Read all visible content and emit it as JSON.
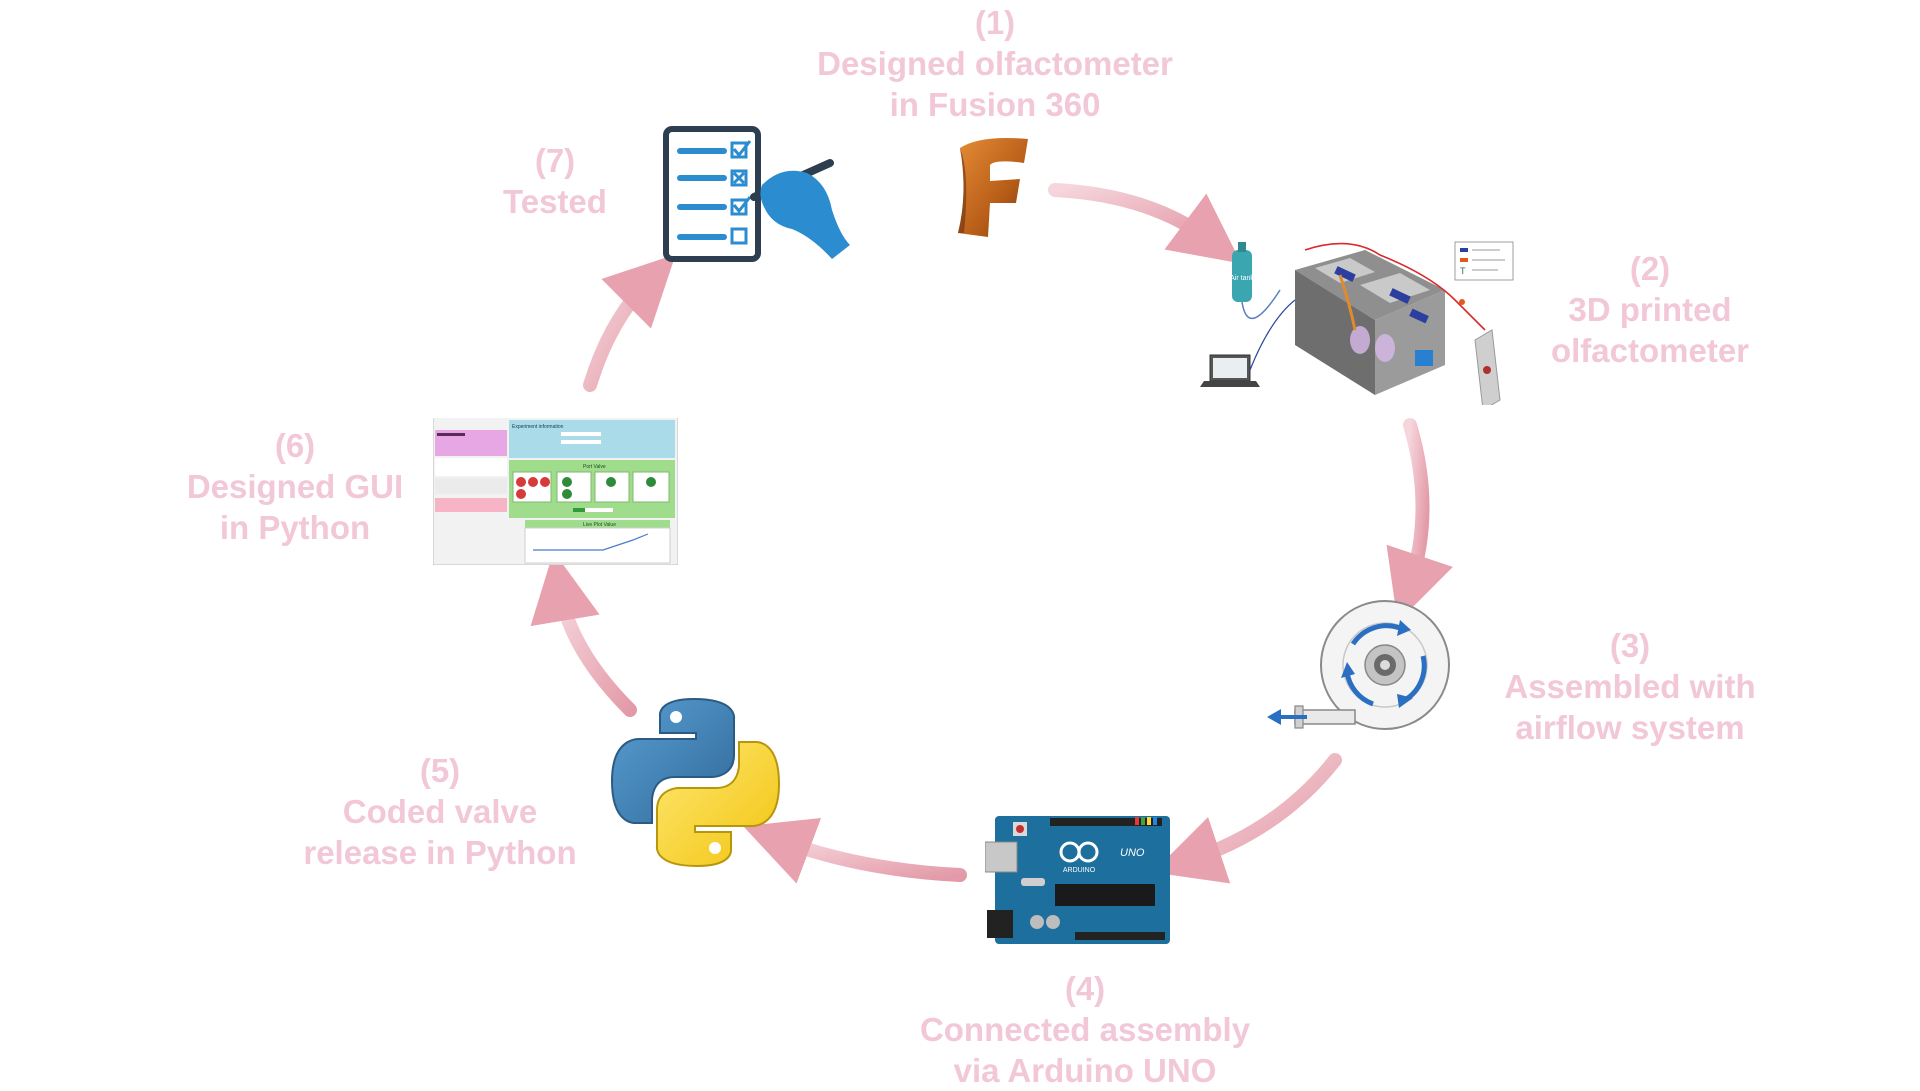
{
  "steps": [
    {
      "number": "(1)",
      "line1": "Designed olfactometer",
      "line2": "in Fusion 360",
      "icon": "fusion360-logo-icon"
    },
    {
      "number": "(2)",
      "line1": "3D printed",
      "line2": "olfactometer",
      "icon": "olfactometer-render-icon"
    },
    {
      "number": "(3)",
      "line1": "Assembled with",
      "line2": "airflow system",
      "icon": "airflow-fan-icon"
    },
    {
      "number": "(4)",
      "line1": "Connected assembly",
      "line2": "via Arduino UNO",
      "icon": "arduino-uno-icon"
    },
    {
      "number": "(5)",
      "line1": "Coded valve",
      "line2": "release in Python",
      "icon": "python-logo-icon"
    },
    {
      "number": "(6)",
      "line1": "Designed GUI",
      "line2": "in Python",
      "icon": "gui-screenshot-icon"
    },
    {
      "number": "(7)",
      "line1": "Tested",
      "line2": "",
      "icon": "checklist-icon"
    }
  ],
  "render_labels": {
    "air_tank": "Air tank",
    "arduino_brand": "ARDUINO",
    "arduino_model": "UNO"
  },
  "gui_labels": {
    "experiment_info": "Experiment information",
    "valves": "Port Valve",
    "live_plot": "Live Plot Value"
  },
  "colors": {
    "label_text": "#f2c7d7",
    "arrow": "#e8a9b5",
    "checklist_blue": "#2b8ccf",
    "python_blue": "#386f9f",
    "python_yellow": "#f6d142",
    "arduino_teal": "#1d6f9d",
    "fusion_orange": "#c86a1e"
  }
}
